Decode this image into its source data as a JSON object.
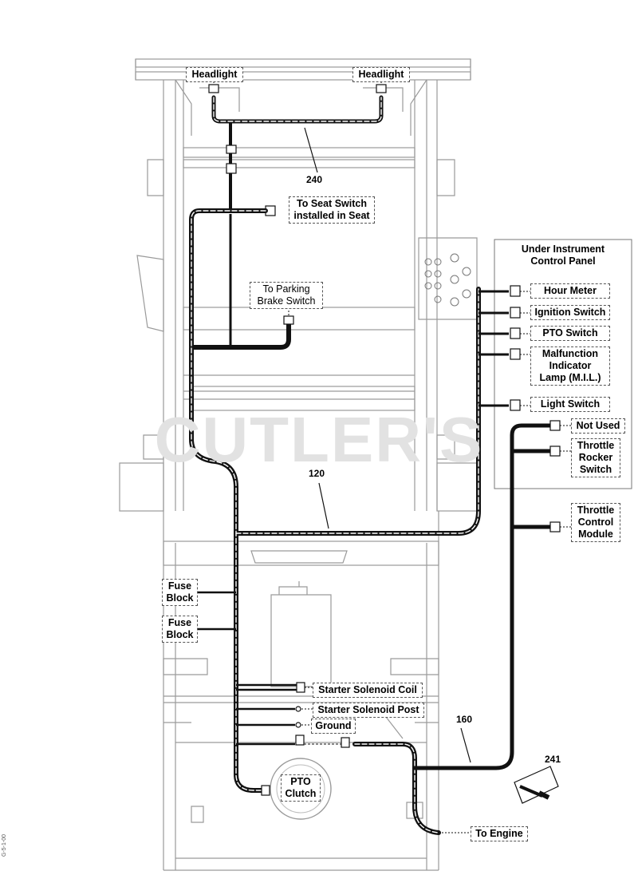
{
  "watermark": "CUTLER'S",
  "side_code": "G-5-1-00",
  "panel": {
    "title": "Under Instrument\nControl Panel"
  },
  "labels": {
    "headlight_left": "Headlight",
    "headlight_right": "Headlight",
    "seat_switch": "To Seat Switch\ninstalled in Seat",
    "parking_brake": "To Parking\nBrake Switch",
    "hour_meter": "Hour Meter",
    "ignition_switch": "Ignition Switch",
    "pto_switch": "PTO Switch",
    "mil": "Malfunction\nIndicator\nLamp (M.I.L.)",
    "light_switch": "Light Switch",
    "not_used": "Not Used",
    "throttle_rocker": "Throttle\nRocker\nSwitch",
    "throttle_module": "Throttle\nControl\nModule",
    "fuse_block_1": "Fuse\nBlock",
    "fuse_block_2": "Fuse\nBlock",
    "starter_coil": "Starter Solenoid Coil",
    "starter_post": "Starter Solenoid Post",
    "ground": "Ground",
    "pto_clutch": "PTO\nClutch",
    "to_engine": "To Engine"
  },
  "callouts": {
    "c240": "240",
    "c120": "120",
    "c160": "160",
    "c241": "241"
  }
}
